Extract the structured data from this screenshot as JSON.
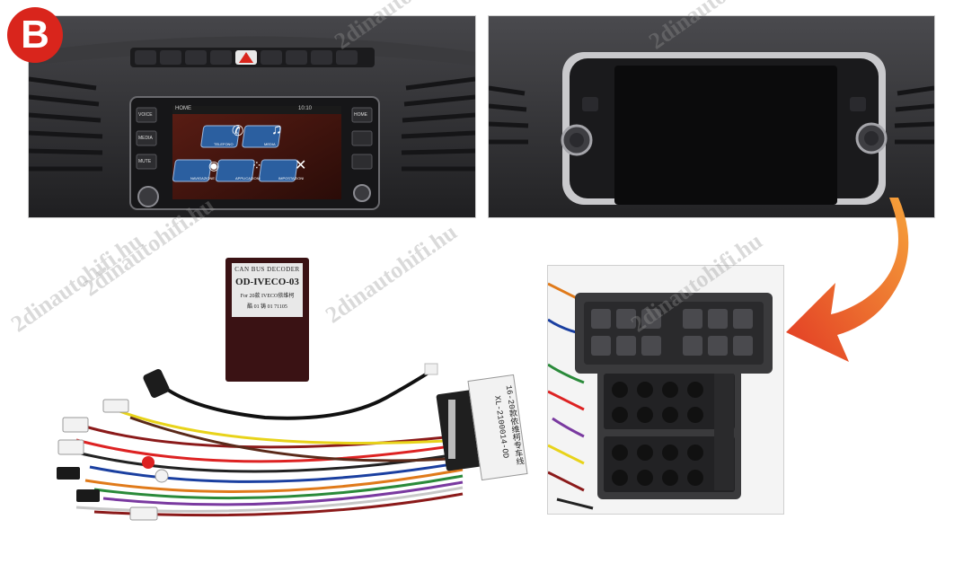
{
  "badge": {
    "letter": "B",
    "color": "#d9251c"
  },
  "watermark": {
    "text": "2dinautohifi.hu"
  },
  "screen_menu": {
    "top_left": "HOME",
    "top_right": "10:10",
    "items": [
      {
        "label": "TELEFONO",
        "icon": "phone-icon"
      },
      {
        "label": "MEDIA",
        "icon": "music-icon"
      },
      {
        "label": "NAVIGAZIONE",
        "icon": "navigation-icon"
      },
      {
        "label": "APPLICAZIONI",
        "icon": "apps-icon"
      },
      {
        "label": "IMPOSTAZIONI",
        "icon": "tools-icon"
      }
    ],
    "left_buttons": [
      "VOICE",
      "MEDIA",
      "",
      "MUTE"
    ],
    "right_buttons": [
      "HOME",
      "",
      "",
      "",
      ""
    ]
  },
  "decoder": {
    "line1": "CAN BUS DECODER",
    "line2": "OD-IVECO-03",
    "line3": "For 20款 IVECO依维柯",
    "line4": "酷 01   铸 01   71105"
  },
  "cable_label": {
    "line1": "16-20款依维柯专车线",
    "line2": "XL-2100014-OD"
  },
  "arrow_color": "#e8502b"
}
